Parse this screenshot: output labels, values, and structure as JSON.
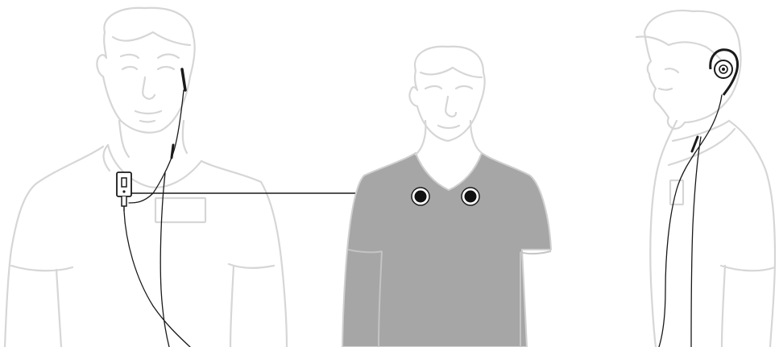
{
  "figure": {
    "panels": [
      {
        "name": "front-view-with-clip",
        "description_key": "person-front-wearing-earphones-with-chest-clip"
      },
      {
        "name": "chest-attachment-points",
        "description_key": "gray-shirt-with-two-mount-points"
      },
      {
        "name": "side-view-earphone",
        "description_key": "profile-view-with-ear-hook"
      }
    ],
    "colors": {
      "outline": "#d6d6d6",
      "cable": "#1a1a1a",
      "shirt_fill": "#a6a6a6",
      "mount_point": "#111111"
    },
    "icons": [
      "arrow-icon",
      "clip-icon",
      "mount-point-icon",
      "ear-hook-icon"
    ]
  }
}
